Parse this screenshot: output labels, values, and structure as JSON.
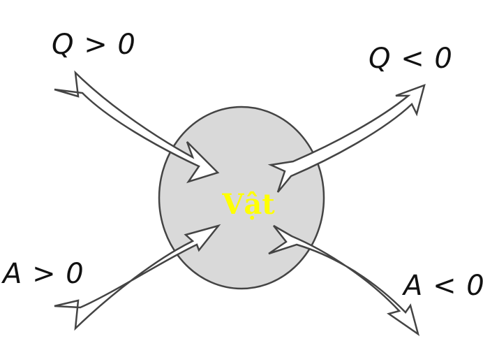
{
  "diagram": {
    "center_label": "Vật",
    "labels": {
      "q_in": "Q > 0",
      "q_out": "Q < 0",
      "a_in": "A > 0",
      "a_out": "A < 0"
    },
    "colors": {
      "body_fill": "#d9d9d9",
      "outline": "#444444",
      "arrow_fill": "#ffffff",
      "center_text": "#ffff00",
      "label_text": "#111111"
    }
  }
}
